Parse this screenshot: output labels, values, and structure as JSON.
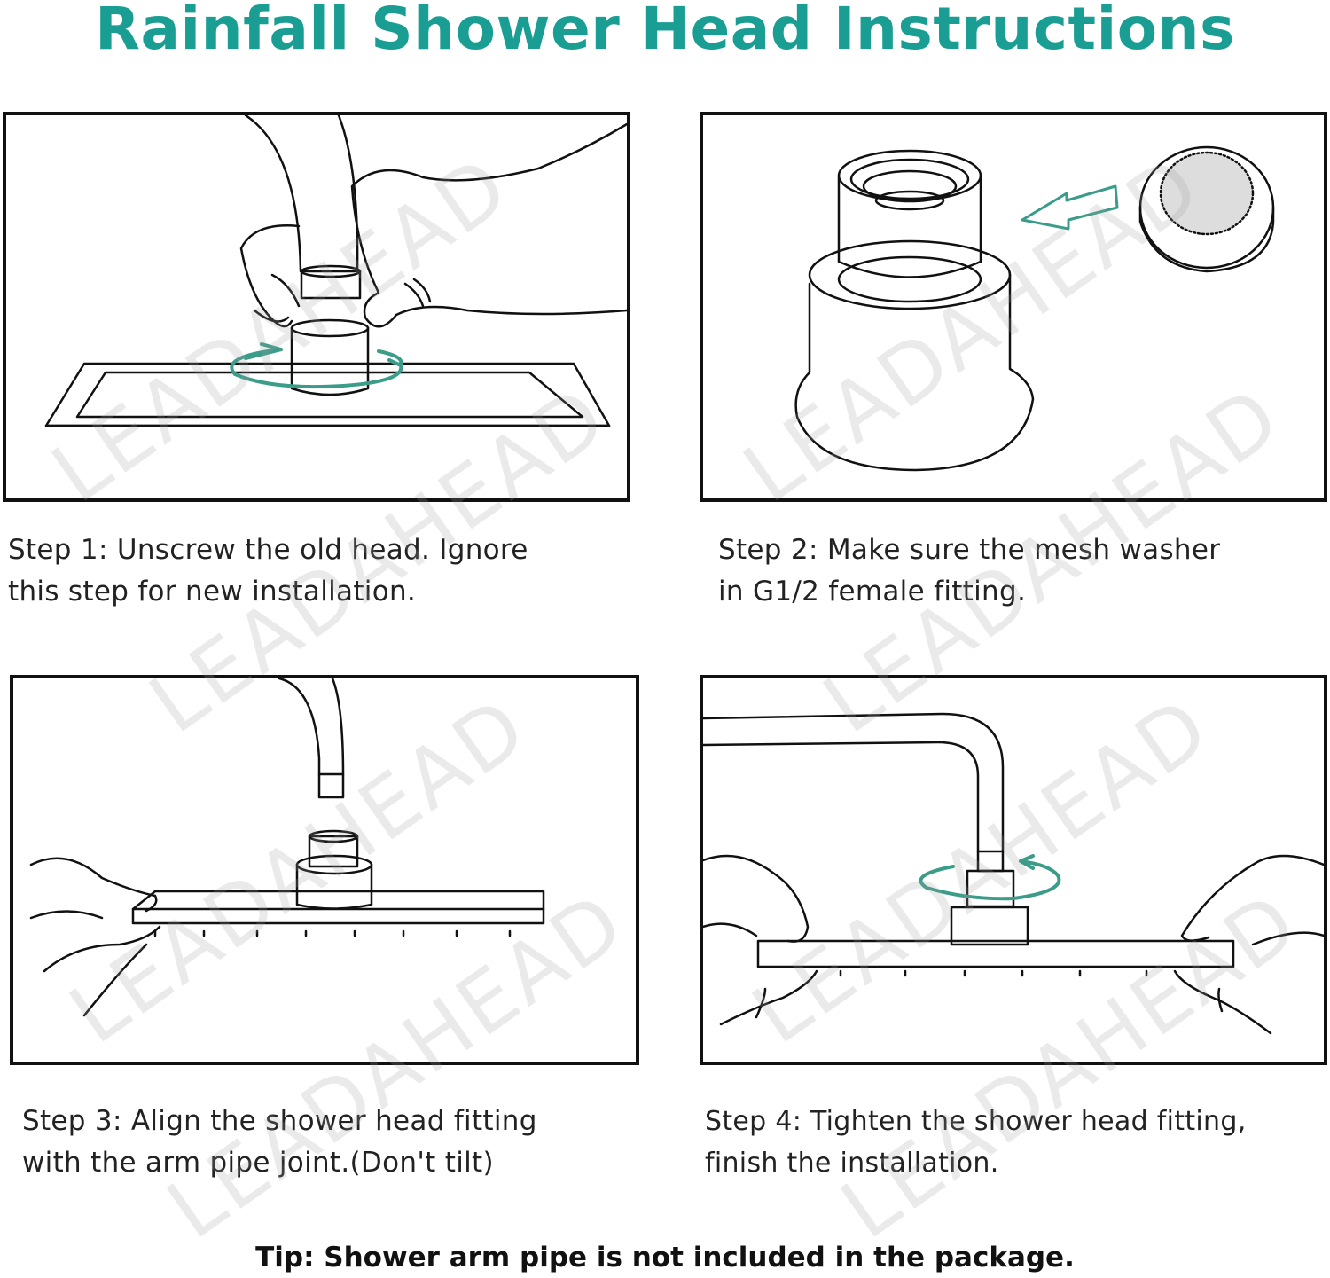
{
  "title": "Rainfall Shower Head Instructions",
  "steps": [
    {
      "line1": "Step 1: Unscrew the old head. Ignore",
      "line2": "this step for new installation."
    },
    {
      "line1": "Step 2: Make sure the  mesh washer",
      "line2": "in G1/2 female fitting."
    },
    {
      "line1": "Step 3: Align the shower head  fitting",
      "line2": "with the arm pipe joint.(Don't tilt)"
    },
    {
      "line1": "Step 4: Tighten the shower head fitting,",
      "line2": "finish the installation."
    }
  ],
  "tip": "Tip: Shower arm pipe is not included in the package.",
  "watermark": "LEADAHEAD",
  "colors": {
    "accent": "#1a9e93",
    "line": "#111111",
    "arrow": "#3b9c8a"
  }
}
